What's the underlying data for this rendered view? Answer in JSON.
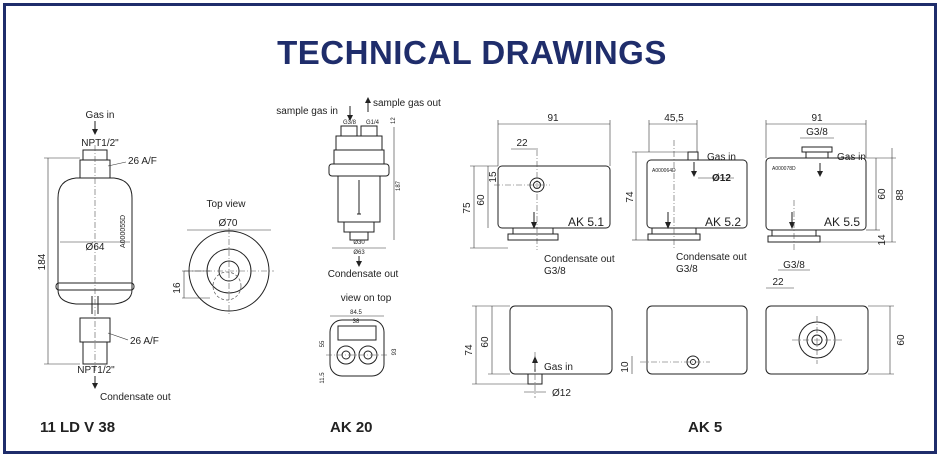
{
  "title": "TECHNICAL DRAWINGS",
  "colors": {
    "frame": "#1f2d6b",
    "title": "#1f2d6b",
    "ink": "#222222"
  },
  "models": {
    "v38": {
      "caption": "11 LD V 38",
      "gas_in": "Gas in",
      "npt_top": "NPT1/2\"",
      "af_top": "26 A/F",
      "height": "184",
      "diameter": "Ø64",
      "part_code": "A000055D",
      "af_bottom": "26 A/F",
      "npt_bottom": "NPT1/2\"",
      "condensate_out": "Condensate out",
      "top_view": "Top view",
      "top_diameter": "Ø70",
      "offset": "16"
    },
    "ak20": {
      "caption": "AK 20",
      "sample_gas_in": "sample gas in",
      "sample_gas_out": "sample gas out",
      "port_left": "G3/8",
      "port_right": "G1/4",
      "top_dim": "12",
      "height": "187",
      "base_dim": "Ø30",
      "diameter": "Ø63",
      "condensate_out": "Condensate out",
      "view_on_top": "view on top",
      "width": "84.5",
      "inner": "38",
      "depth": "55",
      "total_depth": "93",
      "small": "11.5"
    },
    "ak5": {
      "caption": "AK 5",
      "variants": [
        {
          "label": "AK 5.1",
          "width": "91",
          "offset": "22",
          "port_h": "15",
          "h_inner": "60",
          "h_total": "75",
          "condensate": "Condensate out",
          "thread": "G3/8"
        },
        {
          "label": "AK 5.2",
          "width": "45,5",
          "gas_in": "Gas in",
          "port": "Ø12",
          "part_code": "A000064D",
          "h_total": "74",
          "condensate": "Condensate out",
          "thread": "G3/8"
        },
        {
          "label": "AK 5.5",
          "width": "91",
          "port_top": "G3/8",
          "gas_in": "Gas in",
          "part_code": "A000078D",
          "h_inner": "60",
          "h_total": "88",
          "base": "14",
          "thread": "G3/8",
          "offset": "22"
        }
      ],
      "bottom": {
        "h_total": "74",
        "h_inner": "60",
        "gas_in": "Gas in",
        "port": "Ø12",
        "mid_offset": "10",
        "right_h": "60"
      }
    }
  }
}
